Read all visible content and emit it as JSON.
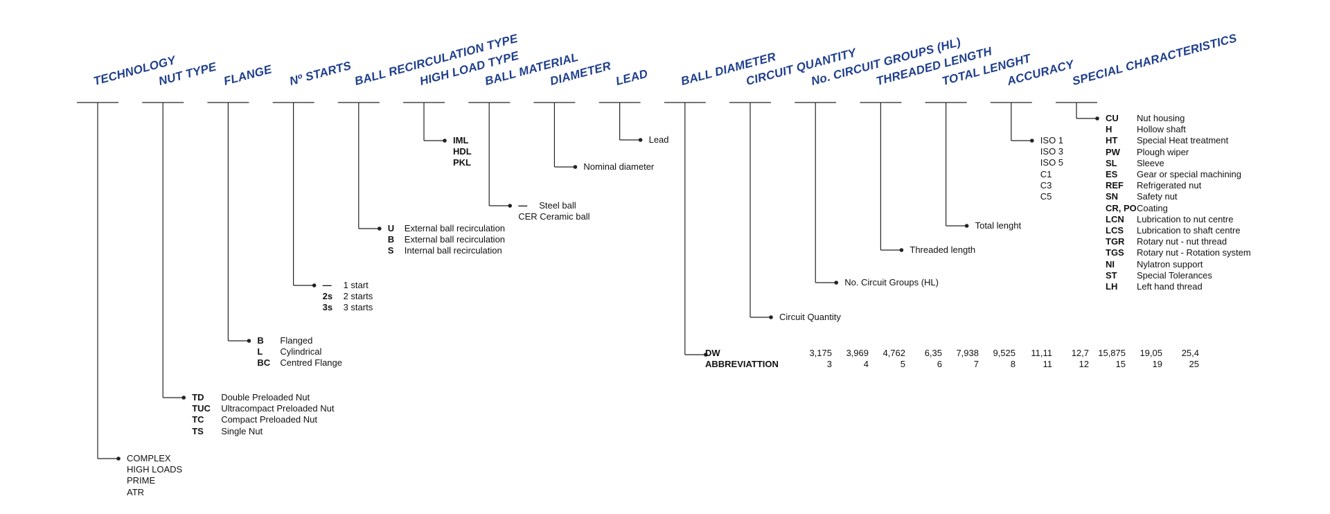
{
  "columns": [
    {
      "id": "technology",
      "label": "TECHNOLOGY",
      "codeWidth": 0,
      "options": [
        {
          "code": "",
          "label": "COMPLEX"
        },
        {
          "code": "",
          "label": "HIGH LOADS"
        },
        {
          "code": "",
          "label": "PRIME"
        },
        {
          "code": "",
          "label": "ATR"
        }
      ]
    },
    {
      "id": "nut-type",
      "label": "NUT TYPE",
      "codeWidth": 42,
      "options": [
        {
          "code": "TD",
          "label": "Double Preloaded Nut"
        },
        {
          "code": "TUC",
          "label": "Ultracompact Preloaded Nut"
        },
        {
          "code": "TC",
          "label": "Compact Preloaded Nut"
        },
        {
          "code": "TS",
          "label": "Single Nut"
        }
      ]
    },
    {
      "id": "flange",
      "label": "FLANGE",
      "codeWidth": 33,
      "options": [
        {
          "code": "B",
          "label": "Flanged"
        },
        {
          "code": "L",
          "label": "Cylindrical"
        },
        {
          "code": "BC",
          "label": "Centred Flange"
        }
      ]
    },
    {
      "id": "starts",
      "label": "Nº STARTS",
      "codeWidth": 30,
      "options": [
        {
          "code": "—",
          "label": "1 start"
        },
        {
          "code": "2s",
          "label": "2 starts"
        },
        {
          "code": "3s",
          "label": "3 starts"
        }
      ]
    },
    {
      "id": "ball-recirculation",
      "label": "BALL RECIRCULATION TYPE",
      "codeWidth": 24,
      "options": [
        {
          "code": "U",
          "label": "External ball recirculation"
        },
        {
          "code": "B",
          "label": "External ball recirculation"
        },
        {
          "code": "S",
          "label": "Internal ball recirculation"
        }
      ]
    },
    {
      "id": "high-load-type",
      "label": "HIGH LOAD TYPE",
      "codeWidth": 0,
      "options": [
        {
          "code": "IML",
          "label": ""
        },
        {
          "code": "HDL",
          "label": ""
        },
        {
          "code": "PKL",
          "label": ""
        }
      ]
    },
    {
      "id": "ball-material",
      "label": "BALL MATERIAL",
      "codeWidth": 30,
      "options": [
        {
          "code": "—",
          "label": "Steel ball"
        },
        {
          "code": "",
          "label": "CER Ceramic ball"
        }
      ]
    },
    {
      "id": "diameter",
      "label": "DIAMETER",
      "codeWidth": 0,
      "options": [
        {
          "code": "",
          "label": "Nominal diameter"
        }
      ]
    },
    {
      "id": "lead",
      "label": "LEAD",
      "codeWidth": 0,
      "options": [
        {
          "code": "",
          "label": "Lead"
        }
      ]
    },
    {
      "id": "ball-diameter",
      "label": "BALL DIAMETER",
      "codeWidth": 0,
      "options": []
    },
    {
      "id": "circuit-quantity",
      "label": "CIRCUIT QUANTITY",
      "codeWidth": 0,
      "options": [
        {
          "code": "",
          "label": "Circuit Quantity"
        }
      ]
    },
    {
      "id": "circuit-groups",
      "label": "No. CIRCUIT GROUPS (HL)",
      "codeWidth": 0,
      "options": [
        {
          "code": "",
          "label": "No. Circuit Groups (HL)"
        }
      ]
    },
    {
      "id": "threaded-length",
      "label": "THREADED LENGTH",
      "codeWidth": 0,
      "options": [
        {
          "code": "",
          "label": "Threaded length"
        }
      ]
    },
    {
      "id": "total-length",
      "label": "TOTAL LENGHT",
      "codeWidth": 0,
      "options": [
        {
          "code": "",
          "label": "Total lenght"
        }
      ]
    },
    {
      "id": "accuracy",
      "label": "ACCURACY",
      "codeWidth": 0,
      "options": [
        {
          "code": "",
          "label": "ISO 1"
        },
        {
          "code": "",
          "label": "ISO 3"
        },
        {
          "code": "",
          "label": "ISO 5"
        },
        {
          "code": "",
          "label": "C1"
        },
        {
          "code": "",
          "label": "C3"
        },
        {
          "code": "",
          "label": "C5"
        }
      ]
    },
    {
      "id": "special-characteristics",
      "label": "SPECIAL CHARACTERISTICS",
      "codeWidth": 45,
      "options": [
        {
          "code": "CU",
          "label": "Nut housing"
        },
        {
          "code": "H",
          "label": "Hollow shaft"
        },
        {
          "code": "HT",
          "label": "Special Heat treatment"
        },
        {
          "code": "PW",
          "label": "Plough wiper"
        },
        {
          "code": "SL",
          "label": "Sleeve"
        },
        {
          "code": "ES",
          "label": "Gear or special machining"
        },
        {
          "code": "REF",
          "label": "Refrigerated nut"
        },
        {
          "code": "SN",
          "label": "Safety nut"
        },
        {
          "code": "CR, PO",
          "label": "Coating"
        },
        {
          "code": "LCN",
          "label": "Lubrication to nut centre"
        },
        {
          "code": "LCS",
          "label": "Lubrication to shaft centre"
        },
        {
          "code": "TGR",
          "label": "Rotary nut - nut thread"
        },
        {
          "code": "TGS",
          "label": "Rotary nut - Rotation system"
        },
        {
          "code": "NI",
          "label": "Nylatron support"
        },
        {
          "code": "ST",
          "label": "Special Tolerances"
        },
        {
          "code": "LH",
          "label": "Left hand thread"
        }
      ]
    }
  ],
  "ball_diameter_table": {
    "dw_label": "DW",
    "abbr_label": "ABBREVIATTION",
    "dw_values": [
      "3,175",
      "3,969",
      "4,762",
      "6,35",
      "7,938",
      "9,525",
      "11,11",
      "12,7",
      "15,875",
      "19,05",
      "25,4"
    ],
    "abbr_values": [
      "3",
      "4",
      "5",
      "6",
      "7",
      "8",
      "11",
      "12",
      "15",
      "19",
      "25"
    ]
  },
  "colors": {
    "header": "#1f3f8c",
    "line": "#222222",
    "text": "#111111"
  }
}
